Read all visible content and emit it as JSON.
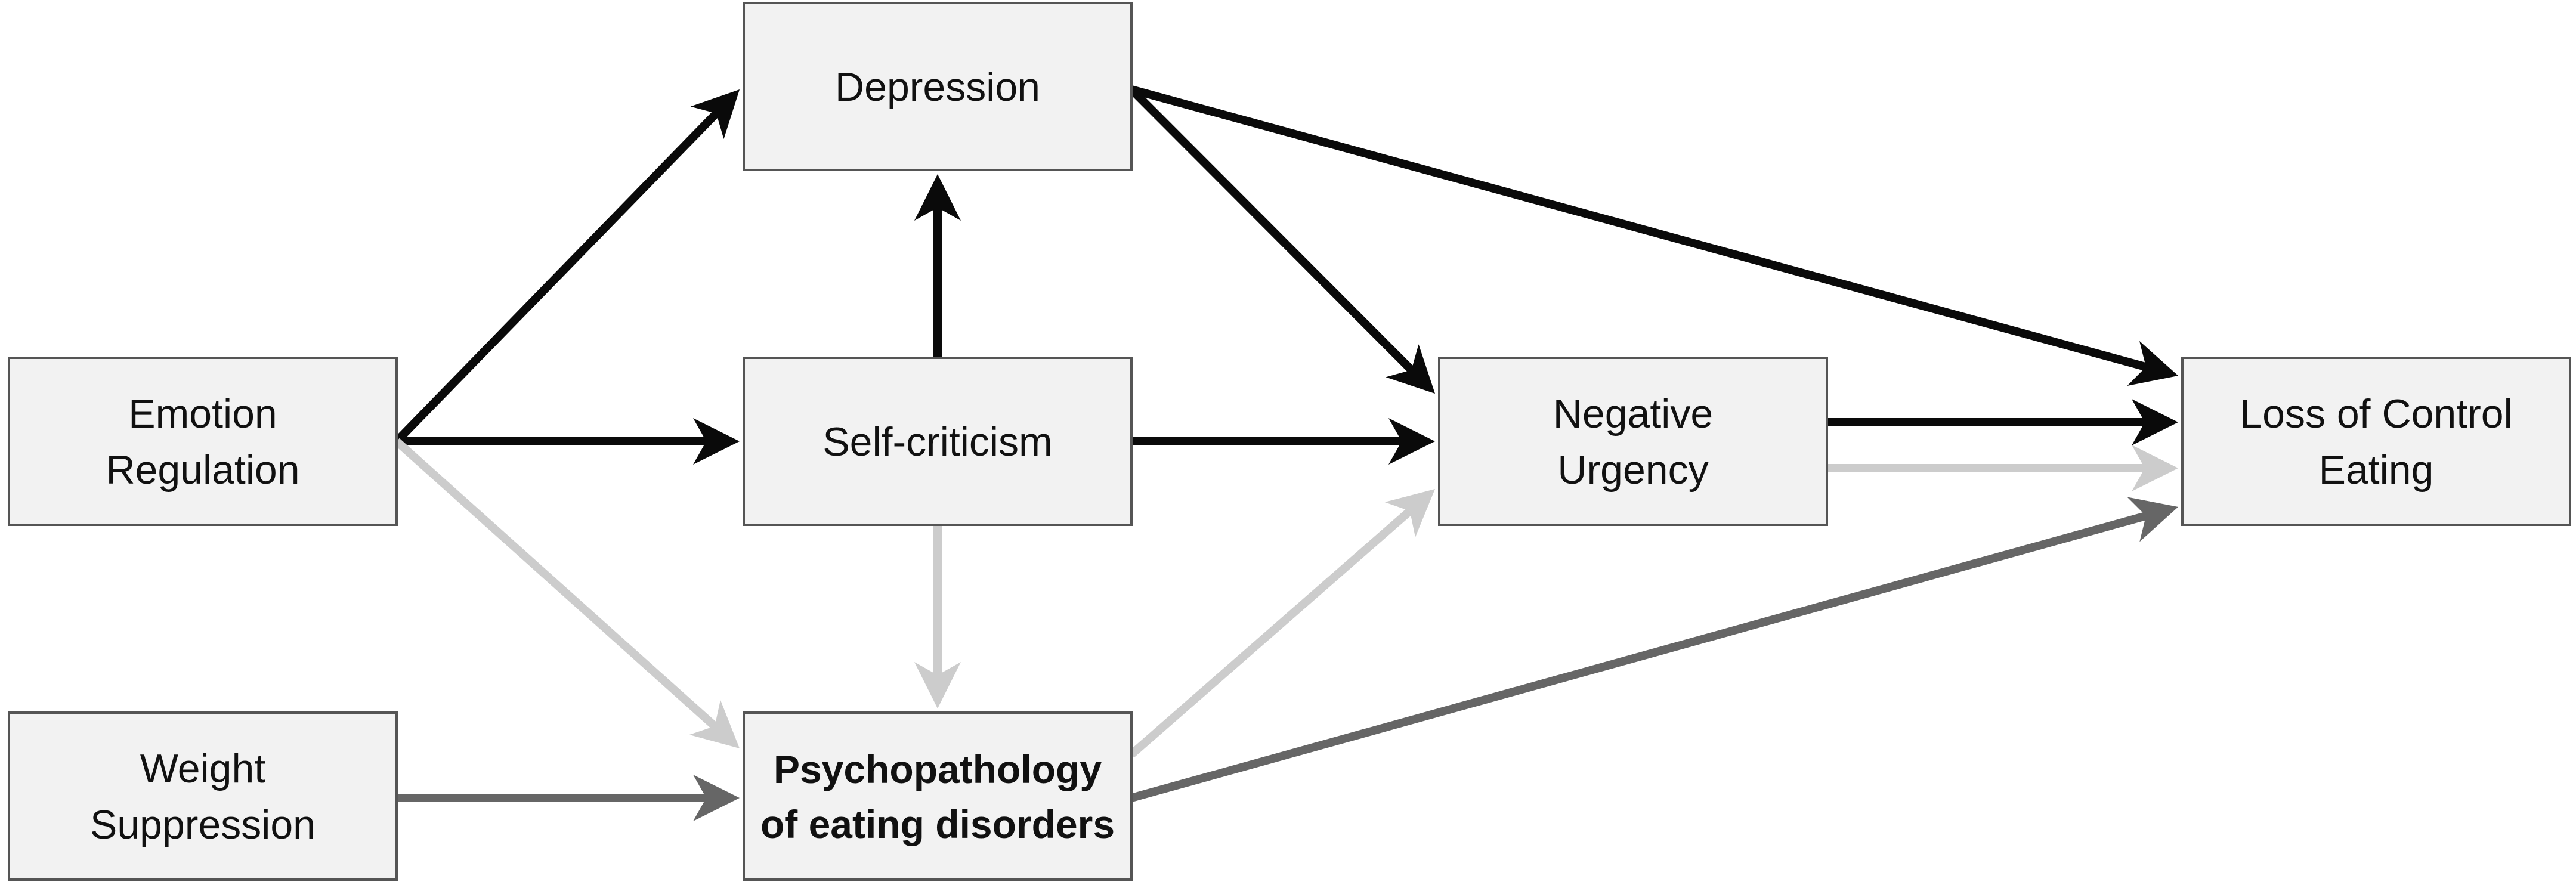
{
  "diagram": {
    "colors": {
      "black": "#0a0a0a",
      "dark_gray": "#666666",
      "light_gray": "#cccccc",
      "box_fill": "#f2f2f2",
      "box_border": "#555555"
    },
    "nodes": {
      "depression": {
        "lines": [
          "Depression"
        ],
        "bold": false
      },
      "emotion_regulation": {
        "lines": [
          "Emotion",
          "Regulation"
        ],
        "bold": false
      },
      "self_criticism": {
        "lines": [
          "Self-criticism"
        ],
        "bold": false
      },
      "negative_urgency": {
        "lines": [
          "Negative",
          "Urgency"
        ],
        "bold": false
      },
      "loss_of_control_eating": {
        "lines": [
          "Loss of Control",
          "Eating"
        ],
        "bold": false
      },
      "weight_suppression": {
        "lines": [
          "Weight",
          "Suppression"
        ],
        "bold": false
      },
      "psychopathology": {
        "lines": [
          "Psychopathology",
          "of eating disorders"
        ],
        "bold": true
      }
    },
    "edges": [
      {
        "from": "emotion_regulation",
        "to": "depression",
        "shade": "black"
      },
      {
        "from": "emotion_regulation",
        "to": "self_criticism",
        "shade": "black"
      },
      {
        "from": "emotion_regulation",
        "to": "psychopathology",
        "shade": "light_gray"
      },
      {
        "from": "self_criticism",
        "to": "depression",
        "shade": "black"
      },
      {
        "from": "self_criticism",
        "to": "negative_urgency",
        "shade": "black"
      },
      {
        "from": "self_criticism",
        "to": "psychopathology",
        "shade": "light_gray"
      },
      {
        "from": "depression",
        "to": "negative_urgency",
        "shade": "black"
      },
      {
        "from": "depression",
        "to": "loss_of_control_eating",
        "shade": "black"
      },
      {
        "from": "negative_urgency",
        "to": "loss_of_control_eating",
        "shade": "black"
      },
      {
        "from": "negative_urgency",
        "to": "loss_of_control_eating",
        "shade": "light_gray"
      },
      {
        "from": "psychopathology",
        "to": "negative_urgency",
        "shade": "light_gray"
      },
      {
        "from": "psychopathology",
        "to": "loss_of_control_eating",
        "shade": "dark_gray"
      },
      {
        "from": "weight_suppression",
        "to": "psychopathology",
        "shade": "dark_gray"
      }
    ]
  }
}
